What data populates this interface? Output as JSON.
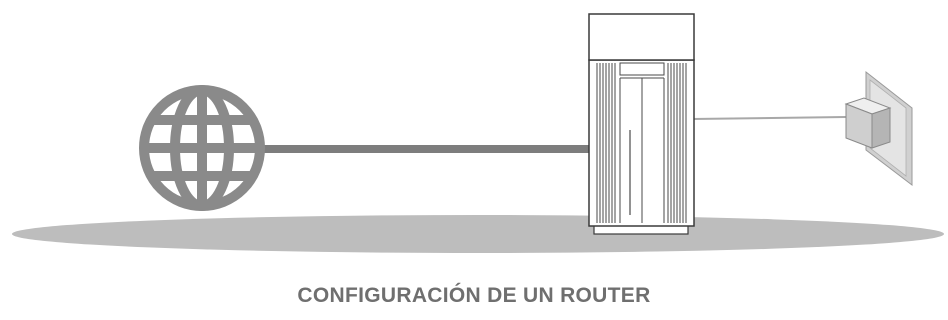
{
  "caption": "CONFIGURACIÓN DE UN ROUTER",
  "nodes": [
    {
      "id": "internet",
      "icon": "globe-icon"
    },
    {
      "id": "router",
      "icon": "router-icon"
    },
    {
      "id": "power",
      "icon": "power-adapter-icon"
    }
  ],
  "links": [
    {
      "from": "internet",
      "to": "router",
      "kind": "ethernet-cable"
    },
    {
      "from": "router",
      "to": "power",
      "kind": "power-cord"
    }
  ],
  "colors": {
    "globe": "#8a8a8a",
    "cable": "#7d7d7d",
    "router_outline": "#3a3a3a",
    "floor_shadow": "#bdbdbd",
    "caption": "#6f6f6f",
    "wall_plate": "#d0d0d0"
  }
}
